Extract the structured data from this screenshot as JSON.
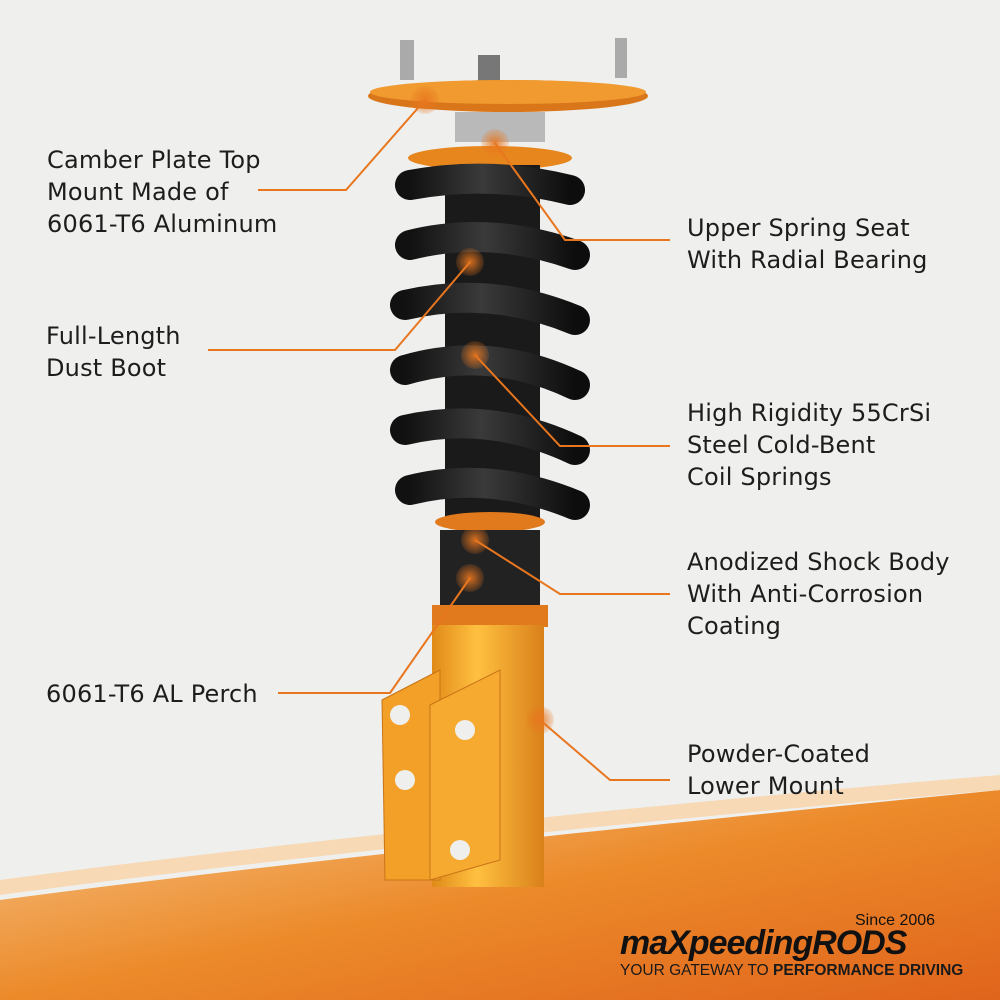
{
  "labels": {
    "camber": [
      "Camber Plate Top",
      "Mount Made of",
      "6061-T6 Aluminum"
    ],
    "dust_boot": [
      "Full-Length",
      "Dust Boot"
    ],
    "perch": [
      "6061-T6 AL Perch"
    ],
    "upper_seat": [
      "Upper Spring Seat",
      "With Radial Bearing"
    ],
    "springs": [
      "High Rigidity 55CrSi",
      "Steel Cold-Bent",
      "Coil Springs"
    ],
    "shock_body": [
      "Anodized Shock Body",
      "With Anti-Corrosion",
      "Coating"
    ],
    "lower_mount": [
      "Powder-Coated",
      "Lower Mount"
    ]
  },
  "logo": {
    "brand": "maXpeedingRODS",
    "since": "Since 2006",
    "tagline_regular": "YOUR GATEWAY TO ",
    "tagline_bold": "PERFORMANCE DRIVING"
  },
  "colors": {
    "accent": "#e8761e",
    "body_orange": "#f2a028",
    "spring_black": "#1a1a1a",
    "background": "#efefed"
  }
}
